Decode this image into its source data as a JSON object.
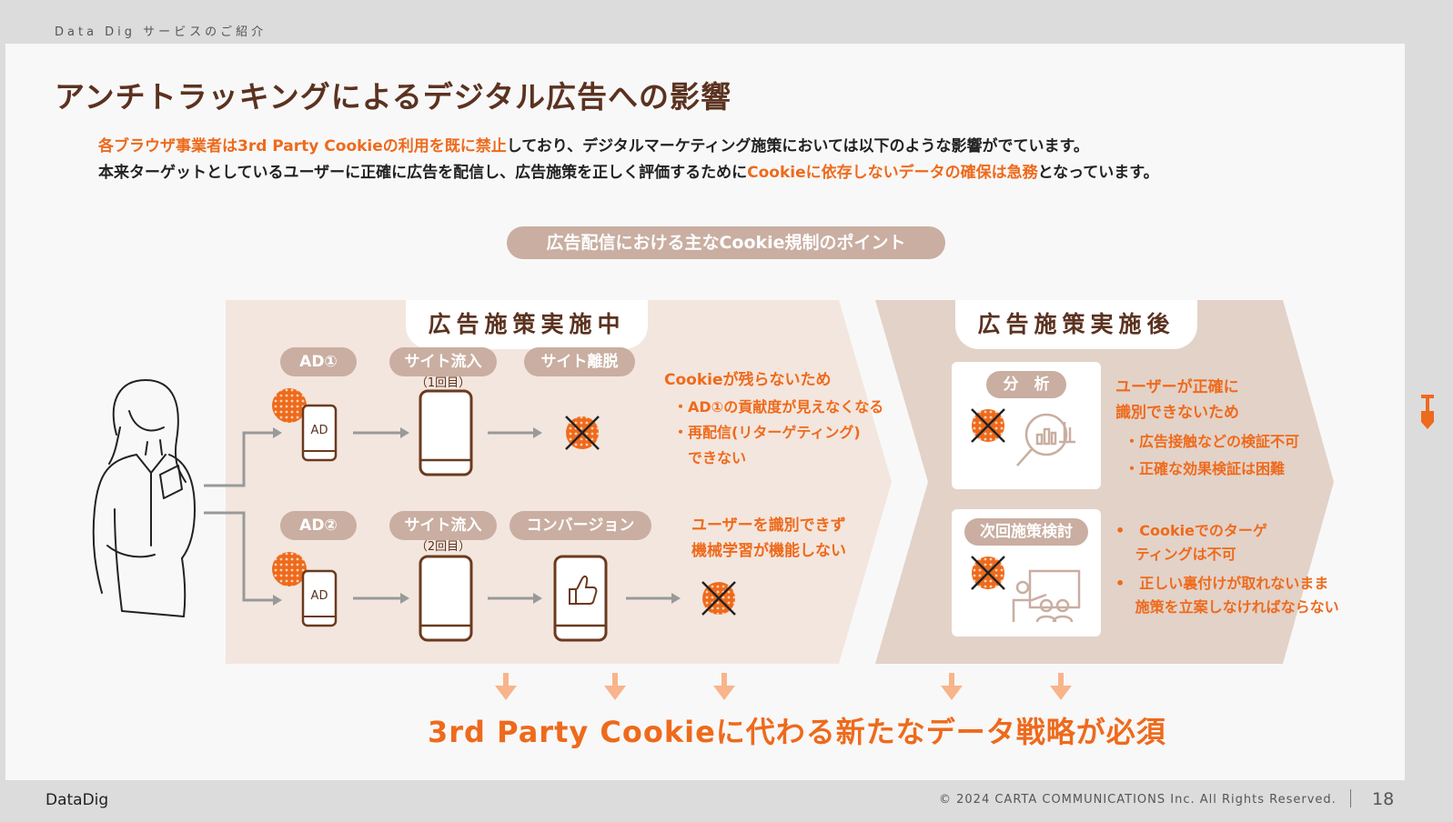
{
  "header": {
    "label": "Data Dig サービスのご紹介"
  },
  "title": "アンチトラッキングによるデジタル広告への影響",
  "intro": {
    "line1_hl": "各ブラウザ事業者は3rd Party Cookieの利用を既に禁止",
    "line1_rest": "しており、デジタルマーケティング施策においては以下のような影響がでています。",
    "line2_pre": "本来ターゲットとしているユーザーに正確に広告を配信し、広告施策を正しく評価するために",
    "line2_hl": "Cookieに依存しないデータの確保は急務",
    "line2_post": "となっています。"
  },
  "points_label": "広告配信における主なCookie規制のポイント",
  "during": {
    "title": "広告施策実施中",
    "row1": {
      "tag_ad": "AD①",
      "tag_visit": "サイト流入",
      "visit_sub": "（1回目）",
      "tag_exit": "サイト離脱",
      "ad_text": "AD",
      "note_title": "Cookieが残らないため",
      "note_items": [
        "・AD①の貢献度が見えなくなる",
        "・再配信(リターゲティング)",
        "　できない"
      ]
    },
    "row2": {
      "tag_ad": "AD②",
      "tag_visit": "サイト流入",
      "visit_sub": "（2回目）",
      "tag_conv": "コンバージョン",
      "ad_text": "AD",
      "note_lines": [
        "ユーザーを識別できず",
        "機械学習が機能しない"
      ]
    }
  },
  "after": {
    "title": "広告施策実施後",
    "analysis": {
      "tag": "分　析",
      "note_lines": [
        "ユーザーが正確に",
        "識別できないため"
      ],
      "bullets": [
        "・広告接触などの検証不可",
        "・正確な効果検証は困難"
      ]
    },
    "next": {
      "tag": "次回施策検討",
      "bullets": [
        "•　Cookieでのターゲ",
        "　 ティングは不可",
        "•　正しい裏付けが取れないまま",
        "　 施策を立案しなければならない"
      ]
    }
  },
  "conclusion": "3rd Party Cookieに代わる新たなデータ戦略が必須",
  "footer": {
    "logo": "DataDig",
    "copyright": "© 2024 CARTA COMMUNICATIONS Inc.  All Rights Reserved.",
    "page": "18"
  },
  "colors": {
    "accent": "#ee6a1c",
    "brown": "#5b3220",
    "tag_bg": "#c9aea1",
    "band_light": "#f3e6de",
    "band_dark": "#e3d2c8"
  }
}
